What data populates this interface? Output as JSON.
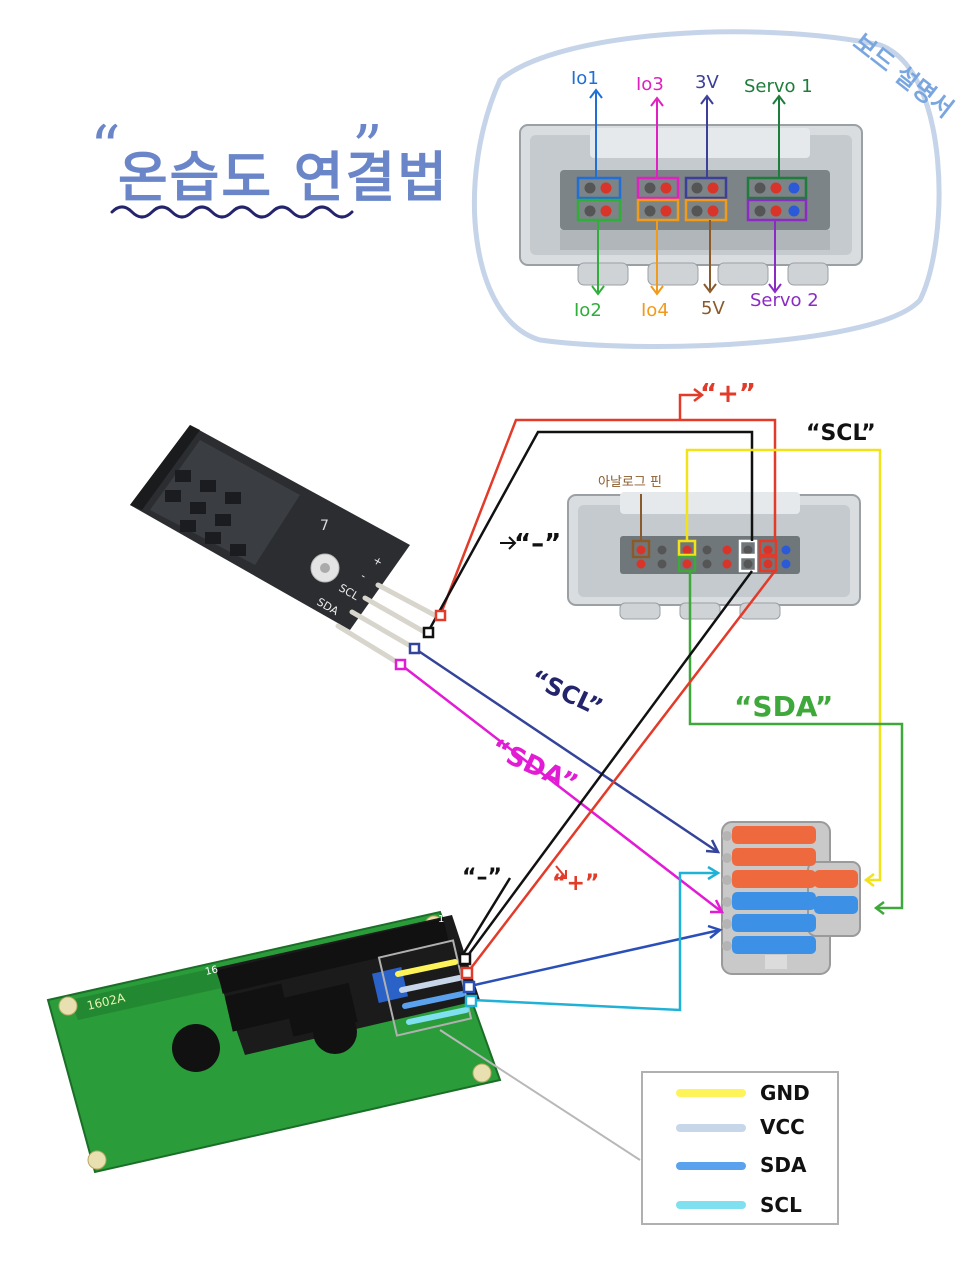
{
  "title": {
    "text": "온습도 연결법",
    "open_quote": "“",
    "close_quote": "”"
  },
  "board_legend": {
    "caption": "보드 설명서",
    "top_labels": [
      "Io1",
      "Io3",
      "3V",
      "Servo 1"
    ],
    "bottom_labels": [
      "Io2",
      "Io4",
      "5V",
      "Servo 2"
    ],
    "colors": {
      "Io1": "#1f6fd6",
      "Io2": "#2fae3a",
      "Io3": "#e020c0",
      "Io4": "#f29a1a",
      "3V": "#3b3f9a",
      "5V": "#8a5a2b",
      "Servo 1": "#1d7d3a",
      "Servo 2": "#8a2bc4"
    }
  },
  "wiring": {
    "plus_label_top": "“+”",
    "minus_label_left": "“–”",
    "scl_label_top": "“SCL”",
    "analog_pin_label": "아날로그 핀",
    "sda_label_right": "“SDA”",
    "scl_label_mid": "“SCL”",
    "sda_label_mid": "“SDA”",
    "minus_label_bottom": "“–”",
    "plus_label_bottom": "“+”",
    "sensor_pins": [
      "+",
      "-",
      "SCL",
      "SDA"
    ],
    "sensor_number": "7",
    "lcd_header_numbers": [
      "1",
      "16"
    ],
    "lcd_board_text": "1602A",
    "colors": {
      "plus": "#e23b2a",
      "minus": "#111111",
      "scl_sensor": "#33449a",
      "sda_sensor": "#e21bd4",
      "scl_lcd": "#1fb1d6",
      "sda_lcd": "#2a4fb8",
      "scl_board": "#f2e21a",
      "sda_board": "#3fa83a"
    }
  },
  "lcd_legend": {
    "items": [
      {
        "label": "GND",
        "color": "#fff35a"
      },
      {
        "label": "VCC",
        "color": "#c8d6ea"
      },
      {
        "label": "SDA",
        "color": "#5aa2ee"
      },
      {
        "label": "SCL",
        "color": "#7fe0f0"
      }
    ]
  }
}
